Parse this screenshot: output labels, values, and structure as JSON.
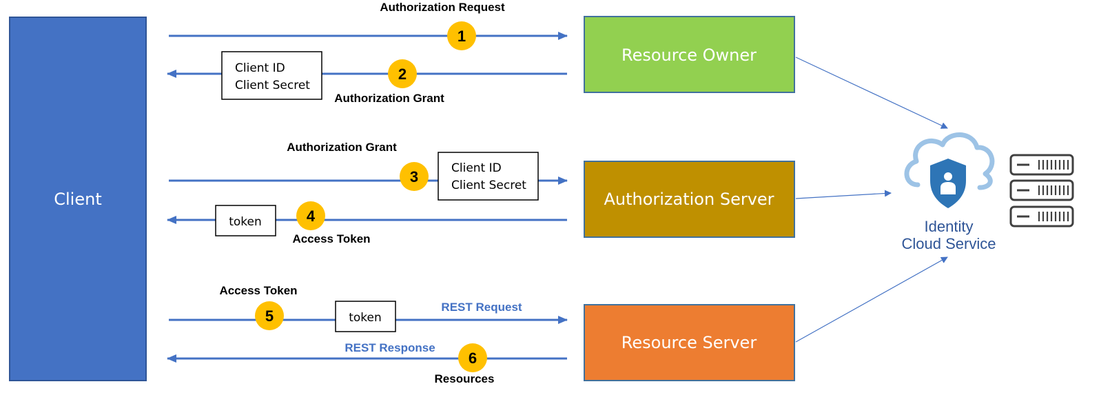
{
  "nodes": {
    "client": "Client",
    "resource_owner": "Resource Owner",
    "authorization_server": "Authorization Server",
    "resource_server": "Resource Server",
    "identity_cloud_service": [
      "Identity",
      "Cloud Service"
    ]
  },
  "steps": [
    {
      "number": "1",
      "label": "Authorization Request"
    },
    {
      "number": "2",
      "label": "Authorization Grant",
      "note": [
        "Client ID",
        "Client Secret"
      ]
    },
    {
      "number": "3",
      "label": "Authorization Grant",
      "note": [
        "Client ID",
        "Client Secret"
      ]
    },
    {
      "number": "4",
      "label": "Access Token",
      "note": [
        "token"
      ]
    },
    {
      "number": "5",
      "label": "Access Token",
      "note": [
        "token"
      ],
      "secondary_label": "REST Request"
    },
    {
      "number": "6",
      "label": "Resources",
      "secondary_label": "REST Response"
    }
  ],
  "colors": {
    "client": "#4472c4",
    "resource_owner": "#92d050",
    "authorization_server": "#bf9000",
    "resource_server": "#ed7d31",
    "arrow": "#4472c4",
    "step_badge": "#ffc000",
    "rest_label": "#4472c4",
    "ics_text": "#2f5597",
    "ics_cloud": "#9dc3e6",
    "ics_shield": "#2e75b6",
    "server_icon": "#404040"
  },
  "icons": [
    "cloud-shield-icon",
    "server-rack-icon"
  ]
}
